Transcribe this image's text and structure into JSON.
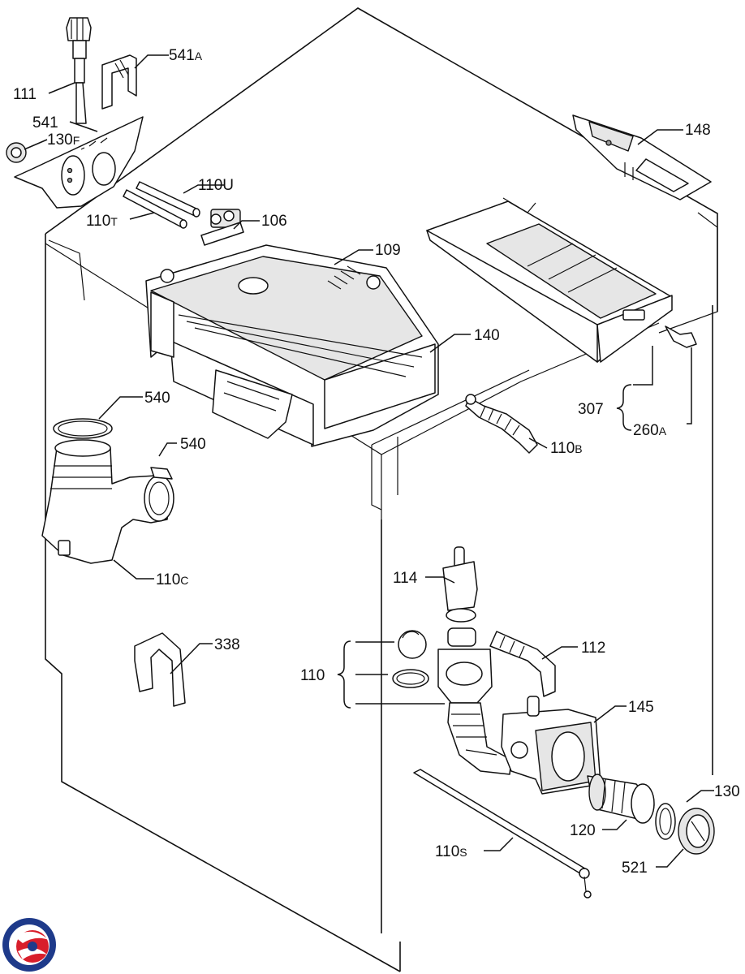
{
  "diagram": {
    "callouts": {
      "c111": "111",
      "c541a": {
        "main": "541",
        "sub": "A"
      },
      "c541": "541",
      "c130f": {
        "main": "130",
        "sub": "F"
      },
      "c110u": "110U",
      "c110t": {
        "main": "110",
        "sub": "T"
      },
      "c106": "106",
      "c109": "109",
      "c148": "148",
      "c140": "140",
      "c540a": "540",
      "c540b": "540",
      "c307": "307",
      "c260a": {
        "main": "260",
        "sub": "A"
      },
      "c110b": {
        "main": "110",
        "sub": "B"
      },
      "c110c": {
        "main": "110",
        "sub": "C"
      },
      "c114": "114",
      "c338": "338",
      "c112": "112",
      "c110": "110",
      "c145": "145",
      "c130": "130",
      "c120": "120",
      "c110s": {
        "main": "110",
        "sub": "S"
      },
      "c521": "521"
    },
    "logo": {
      "name": "brand-logo",
      "colors": [
        "#1e3a8a",
        "#d81e2b"
      ]
    }
  }
}
